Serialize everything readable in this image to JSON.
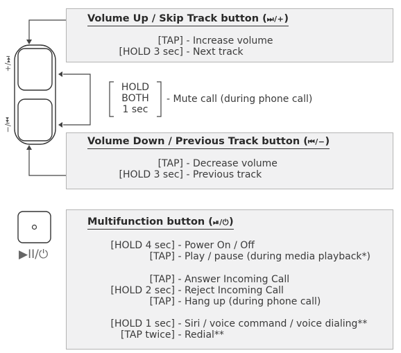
{
  "volume_up": {
    "title": "Volume Up / Skip Track button (",
    "title_icon": "⏭/+",
    "title_close": ")",
    "rows": [
      {
        "key": "[TAP]",
        "text": " - Increase volume"
      },
      {
        "key": "[HOLD 3 sec]",
        "text": " - Next track"
      }
    ]
  },
  "mute": {
    "hold_lines": [
      "HOLD",
      "BOTH",
      "1 sec"
    ],
    "text": "- Mute call (during phone call)"
  },
  "volume_down": {
    "title": "Volume Down / Previous Track button (",
    "title_icon": "⏮/−",
    "title_close": ")",
    "rows": [
      {
        "key": "[TAP]",
        "text": " - Decrease volume"
      },
      {
        "key": "[HOLD 3 sec]",
        "text": " - Previous track"
      }
    ]
  },
  "side_labels": {
    "upper": "+/⏭",
    "lower": "−/⏮"
  },
  "multifunction": {
    "title": "Multifunction button (",
    "title_icon": "⏯/⏻",
    "title_close": ")",
    "button_label": "▶II/⏻",
    "rows": [
      {
        "key": "[HOLD 4 sec]",
        "text": " - Power On / Off"
      },
      {
        "key": "[TAP]",
        "text": " - Play / pause (during media playback*)"
      },
      {
        "key": "[TAP]",
        "text": " - Answer Incoming Call"
      },
      {
        "key": "[HOLD 2 sec]",
        "text": " - Reject Incoming Call"
      },
      {
        "key": "[TAP]",
        "text": " - Hang up (during phone call)"
      },
      {
        "key": "[HOLD 1 sec]",
        "text": " - Siri / voice command / voice dialing**"
      },
      {
        "key": "[TAP twice]",
        "text": " - Redial**"
      }
    ]
  },
  "colors": {
    "panel": "#f1f1f2",
    "border": "#b4b4b4",
    "text": "#333333"
  }
}
